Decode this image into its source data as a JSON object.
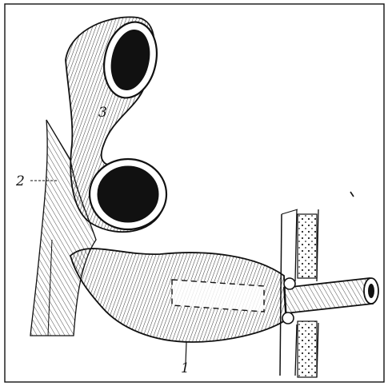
{
  "figure": {
    "labels": {
      "label_1": "1",
      "label_2": "2",
      "label_3": "3"
    },
    "colors": {
      "ink": "#111111",
      "paper": "#ffffff"
    },
    "structures": [
      "anastomosed-bowel-segment",
      "mesentery",
      "transverse-bowel-loop",
      "drainage-tube",
      "abdominal-wall"
    ]
  }
}
